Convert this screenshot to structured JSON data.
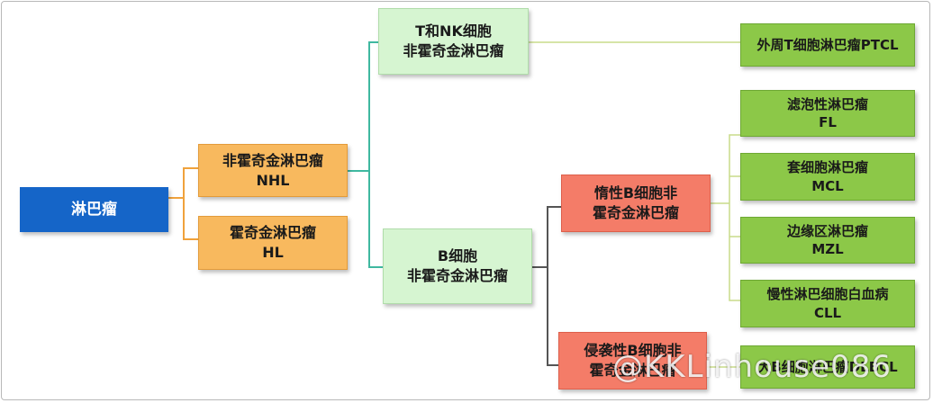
{
  "root": {
    "label": "淋巴瘤"
  },
  "level1": {
    "nhl": {
      "line1": "非霍奇金淋巴瘤",
      "line2": "NHL"
    },
    "hl": {
      "line1": "霍奇金淋巴瘤",
      "line2": "HL"
    }
  },
  "level2": {
    "tnk": {
      "line1": "T和NK细胞",
      "line2": "非霍奇金淋巴瘤"
    },
    "bcell": {
      "line1": "B细胞",
      "line2": "非霍奇金淋巴瘤"
    }
  },
  "level3": {
    "indolent": {
      "line1": "惰性B细胞非",
      "line2": "霍奇金淋巴瘤"
    },
    "aggressive": {
      "line1": "侵袭性B细胞非",
      "line2": "霍奇金淋巴瘤"
    }
  },
  "leaves": {
    "ptcl": {
      "label": "外周T细胞淋巴瘤PTCL"
    },
    "fl": {
      "line1": "滤泡性淋巴瘤",
      "line2": "FL"
    },
    "mcl": {
      "line1": "套细胞淋巴瘤",
      "line2": "MCL"
    },
    "mzl": {
      "line1": "边缘区淋巴瘤",
      "line2": "MZL"
    },
    "cll": {
      "line1": "慢性淋巴细胞白血病",
      "line2": "CLL"
    },
    "dlbcl": {
      "label": "大B细胞淋巴瘤DLBCL"
    }
  },
  "watermark": {
    "text": "@KKLinhouse086"
  },
  "colors": {
    "root": "#1565c8",
    "level1": "#f8b95e",
    "level2": "#d6f5d1",
    "level3": "#f47c68",
    "leaf": "#8cc848",
    "connector_orange": "#f0a23c",
    "connector_teal": "#3fb8a0",
    "connector_dark": "#555555",
    "connector_lime": "#b5d56a"
  }
}
